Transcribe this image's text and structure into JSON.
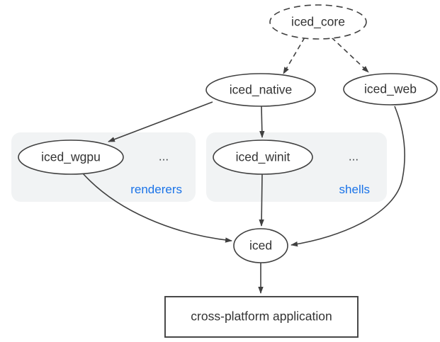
{
  "colors": {
    "background": "#ffffff",
    "edge_stroke": "#404040",
    "node_border": "#404040",
    "node_fill": "#ffffff",
    "text": "#333333",
    "group_background": "#f1f3f4",
    "group_label_text": "#1a73e8"
  },
  "nodes": {
    "iced_core": {
      "label": "iced_core",
      "shape": "ellipse",
      "border": "dashed"
    },
    "iced_native": {
      "label": "iced_native",
      "shape": "ellipse",
      "border": "solid"
    },
    "iced_web": {
      "label": "iced_web",
      "shape": "ellipse",
      "border": "solid"
    },
    "iced_wgpu": {
      "label": "iced_wgpu",
      "shape": "ellipse",
      "border": "solid"
    },
    "iced_winit": {
      "label": "iced_winit",
      "shape": "ellipse",
      "border": "solid"
    },
    "iced": {
      "label": "iced",
      "shape": "ellipse",
      "border": "solid"
    },
    "application": {
      "label": "cross-platform application",
      "shape": "rectangle",
      "border": "solid"
    }
  },
  "groups": {
    "renderers": {
      "label": "renderers",
      "ellipsis": "...",
      "contains": [
        "iced_wgpu"
      ]
    },
    "shells": {
      "label": "shells",
      "ellipsis": "...",
      "contains": [
        "iced_winit"
      ]
    }
  },
  "edges": [
    {
      "from": "iced_core",
      "to": "iced_native",
      "style": "dashed"
    },
    {
      "from": "iced_core",
      "to": "iced_web",
      "style": "dashed"
    },
    {
      "from": "iced_native",
      "to": "iced_wgpu",
      "style": "solid"
    },
    {
      "from": "iced_native",
      "to": "iced_winit",
      "style": "solid"
    },
    {
      "from": "iced_wgpu",
      "to": "iced",
      "style": "solid"
    },
    {
      "from": "iced_winit",
      "to": "iced",
      "style": "solid"
    },
    {
      "from": "iced_web",
      "to": "iced",
      "style": "solid"
    },
    {
      "from": "iced",
      "to": "application",
      "style": "solid"
    }
  ]
}
